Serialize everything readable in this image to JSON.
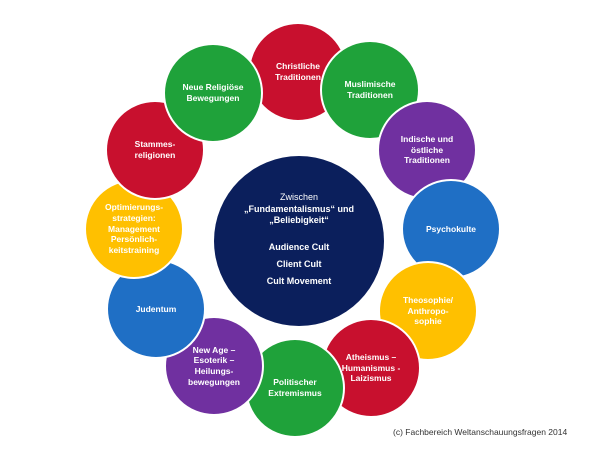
{
  "center": {
    "line1": "Zwischen",
    "line2": "„Fundamentalismus“ und\n„Beliebigkeit“",
    "sub": [
      "Audience Cult",
      "Client Cult",
      "Cult Movement"
    ],
    "color": "#0b1f5c"
  },
  "nodes": [
    {
      "label": "Christliche\nTraditionen",
      "color": "#c8102e"
    },
    {
      "label": "Muslimische\nTraditionen",
      "color": "#1fa23a"
    },
    {
      "label": "Indische und\nöstliche\nTraditionen",
      "color": "#7030a0"
    },
    {
      "label": "Psychokulte",
      "color": "#1f6fc5"
    },
    {
      "label": "Theosophie/\nAnthropo-\nsophie",
      "color": "#ffc000"
    },
    {
      "label": "Atheismus –\nHumanismus -\nLaizismus",
      "color": "#c8102e"
    },
    {
      "label": "Politischer\nExtremismus",
      "color": "#1fa23a"
    },
    {
      "label": "New Age –\nEsoterik –\nHeilungs-\nbewegungen",
      "color": "#7030a0"
    },
    {
      "label": "Judentum",
      "color": "#1f6fc5"
    },
    {
      "label": "Optimierungs-\nstrategien:\nManagement\nPersönlich-\nkeitstraining",
      "color": "#ffc000"
    },
    {
      "label": "Stammes-\nreligionen",
      "color": "#c8102e"
    },
    {
      "label": "Neue Religiöse\nBewegungen",
      "color": "#1fa23a"
    }
  ],
  "copyright": "(c) Fachbereich Weltanschauungsfragen 2014"
}
